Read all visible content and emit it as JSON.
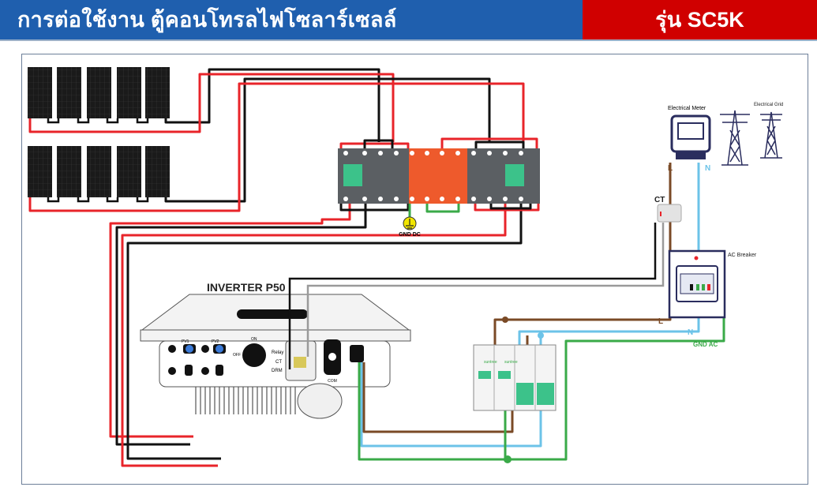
{
  "header": {
    "title": "การต่อใช้งาน  ตู้คอนโทรลไฟโซลาร์เซลล์",
    "model": "รุ่น SC5K",
    "colors": {
      "title_bg": "#1f5fae",
      "model_bg": "#d00000"
    }
  },
  "diagram": {
    "labels": {
      "gnd_dc": "GND DC",
      "inverter": "INVERTER P50",
      "electrical_meter": "Electrical Meter",
      "electrical_grid": "Electrical Grid",
      "ct": "CT",
      "ac_breaker": "AC Breaker",
      "line_l": "L",
      "neutral_n": "N",
      "gnd_ac": "GND AC",
      "relay": "Relay",
      "ct_port": "CT",
      "drm": "DRM",
      "com": "COM",
      "pv1": "PV1",
      "pv2": "PV2",
      "switch_on": "ON",
      "switch_off": "OFF",
      "spd_brand": "suntree"
    },
    "panel_strings": [
      {
        "panels": 5
      },
      {
        "panels": 5
      }
    ],
    "wire_colors": {
      "dc_positive": "#e8242a",
      "dc_negative": "#111111",
      "ac_line": "#7a4a26",
      "ac_neutral": "#6cc3e8",
      "ground": "#3aaa48",
      "ct_signal": "#9a9a9a"
    }
  }
}
